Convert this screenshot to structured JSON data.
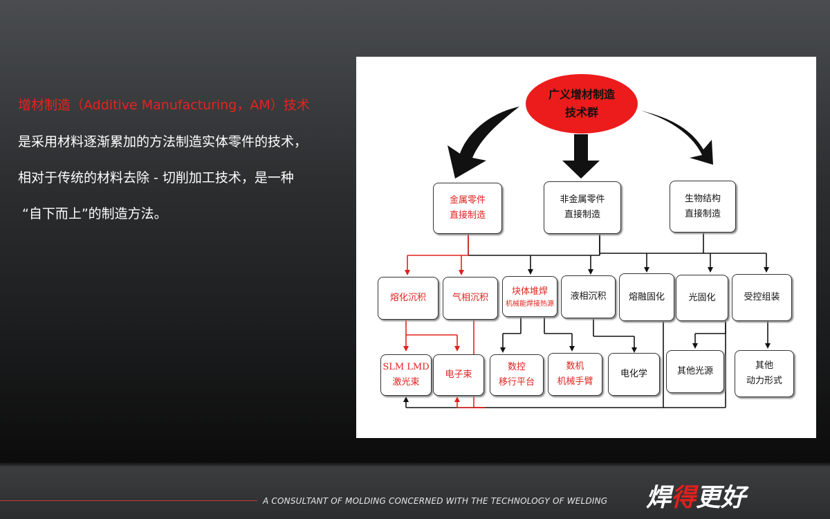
{
  "intro": {
    "heading": "增材制造（Additive Manufacturing，AM）技术",
    "line1": "是采用材料逐渐累加的方法制造实体零件的技术，",
    "line2": "相对于传统的材料去除 - 切削加工技术，是一种",
    "line3": "“自下而上”的制造方法。"
  },
  "diagram": {
    "root": {
      "line1": "广义增材制造",
      "line2": "技术群"
    },
    "categories": [
      {
        "line1": "金属零件",
        "line2": "直接制造"
      },
      {
        "line1": "非金属零件",
        "line2": "直接制造"
      },
      {
        "line1": "生物结构",
        "line2": "直接制造"
      }
    ],
    "processes": [
      {
        "label": "熔化沉积"
      },
      {
        "label": "气相沉积"
      },
      {
        "line1": "块体堆焊",
        "line2": "机械能焊接热源"
      },
      {
        "label": "液相沉积"
      },
      {
        "label": "熔融固化"
      },
      {
        "label": "光固化"
      },
      {
        "label": "受控组装"
      }
    ],
    "sources": [
      {
        "line1": "SLM LMD",
        "line2": "激光束"
      },
      {
        "label": "电子束"
      },
      {
        "line1": "数控",
        "line2": "移行平台"
      },
      {
        "line1": "数机",
        "line2": "机械手臂"
      },
      {
        "label": "电化学"
      },
      {
        "label": "其他光源"
      },
      {
        "line1": "其他",
        "line2": "动力形式"
      }
    ],
    "colors": {
      "red": "#e0211e",
      "black": "#111111"
    }
  },
  "footer": {
    "tagline": "A CONSULTANT OF MOLDING CONCERNED WITH THE TECHNOLOGY OF WELDING",
    "brand_part1": "焊",
    "brand_part2": "得",
    "brand_part3": "更好"
  }
}
